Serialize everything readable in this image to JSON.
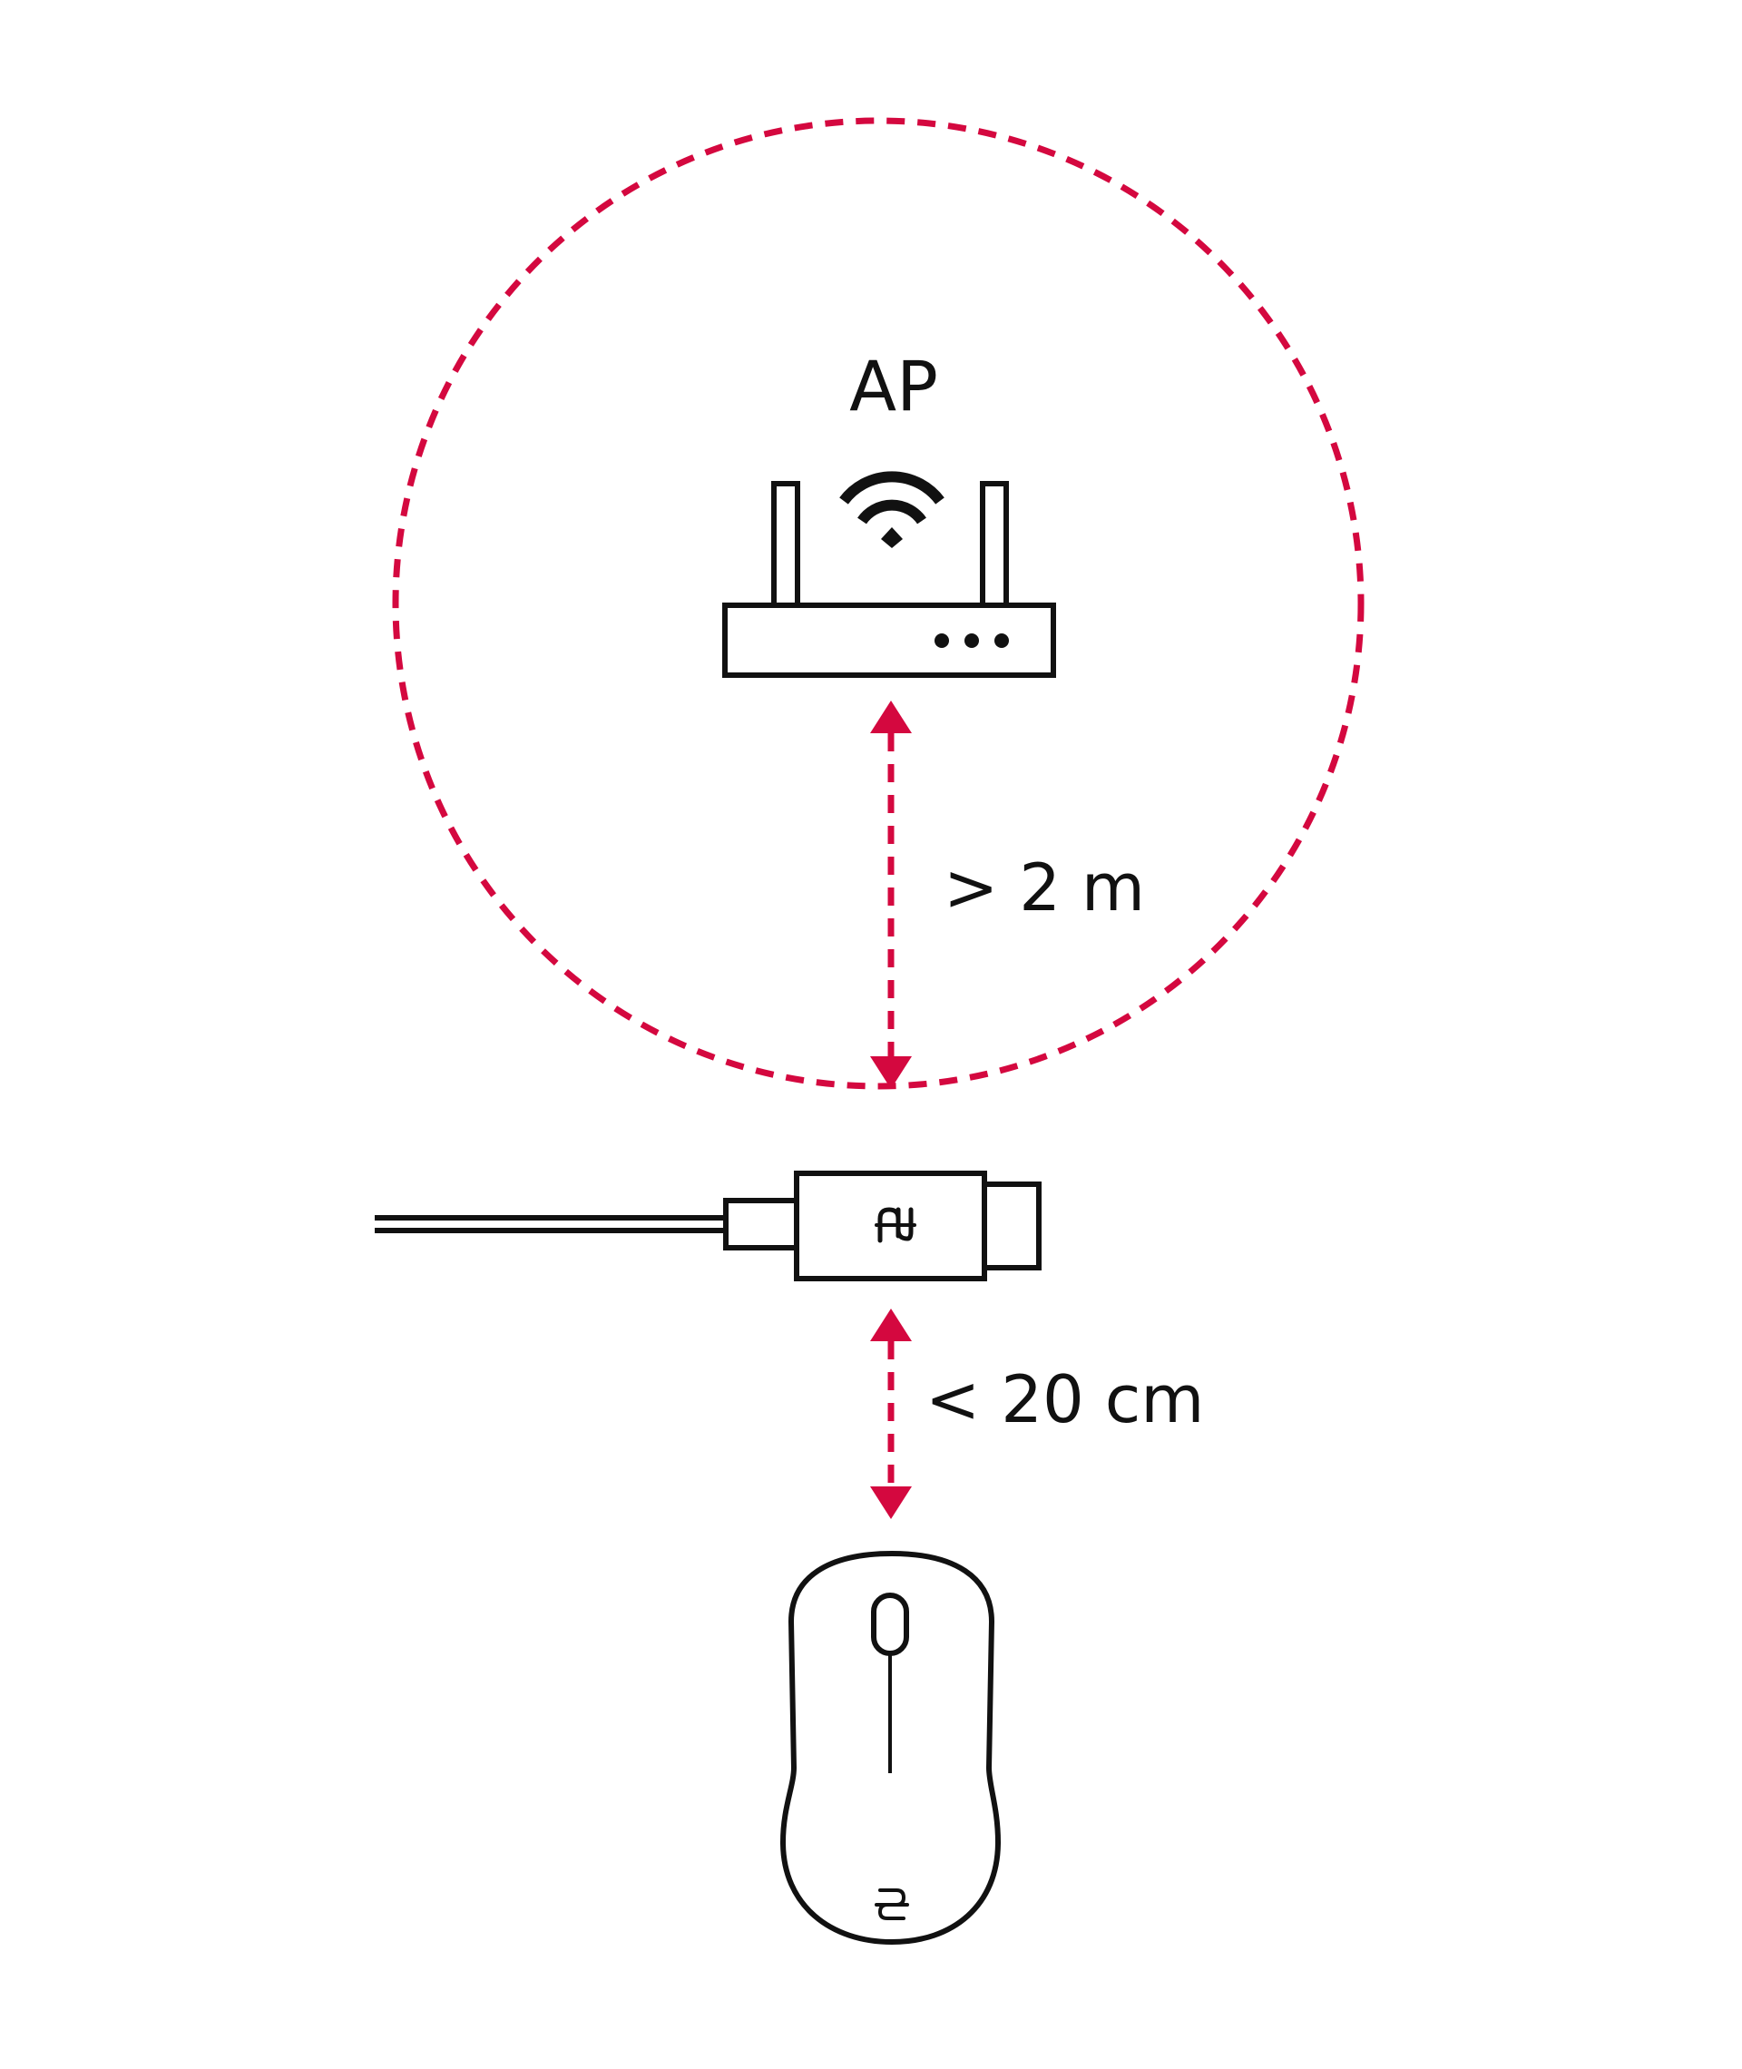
{
  "labels": {
    "ap": "AP",
    "ap_to_receiver": "> 2 m",
    "receiver_to_mouse": "< 20 cm"
  },
  "icons": {
    "router": "router-icon",
    "wifi": "wifi-icon",
    "receiver": "usb-receiver-icon",
    "mouse": "mouse-icon",
    "receiver_logo": "brand-logo-icon",
    "mouse_logo": "brand-logo-icon"
  },
  "colors": {
    "accent": "#D4083F",
    "outline": "#111111",
    "background": "#FFFFFF"
  }
}
